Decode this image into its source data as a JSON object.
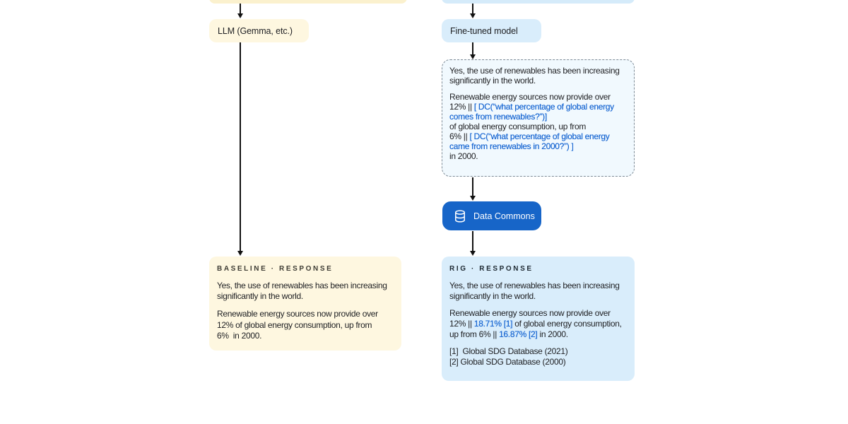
{
  "diagram": {
    "left_flow": {
      "model_box_label": "LLM (Gemma, etc.)",
      "response": {
        "header": "BASELINE · RESPONSE",
        "lines": [
          [
            {
              "t": "Yes, the use of renewables has been increasing"
            }
          ],
          [
            {
              "t": "significantly in the world."
            }
          ],
          [],
          [
            {
              "t": "Renewable energy sources now provide over"
            }
          ],
          [
            {
              "t": "12% of global energy consumption, up from"
            }
          ],
          [
            {
              "t": "6%  in 2000."
            }
          ]
        ]
      }
    },
    "right_flow": {
      "model_box_label": "Fine-tuned model",
      "draft_output": {
        "lines": [
          [
            {
              "t": "Yes, the use of renewables has been increasing"
            }
          ],
          [
            {
              "t": "significantly in the world."
            }
          ],
          [],
          [
            {
              "t": "Renewable energy sources now provide over"
            }
          ],
          [
            {
              "t": "12% || "
            },
            {
              "t": "[ DC(“what percentage of global energy",
              "s": "blue"
            }
          ],
          [
            {
              "t": "comes from renewables?”)]",
              "s": "blue"
            }
          ],
          [
            {
              "t": "of global energy consumption, up from"
            }
          ],
          [
            {
              "t": "6% || "
            },
            {
              "t": "[ DC(“what percentage of global energy",
              "s": "blue"
            }
          ],
          [
            {
              "t": "came from renewables in 2000?”) ]",
              "s": "blue"
            }
          ],
          [
            {
              "t": "in 2000."
            }
          ]
        ]
      },
      "data_commons": {
        "label": "Data Commons",
        "icon": "database-icon"
      },
      "response": {
        "header": "RIG · RESPONSE",
        "lines": [
          [
            {
              "t": "Yes, the use of renewables has been increasing"
            }
          ],
          [
            {
              "t": "significantly in the world."
            }
          ],
          [],
          [
            {
              "t": "Renewable energy sources now provide over"
            }
          ],
          [
            {
              "t": "12% || "
            },
            {
              "t": "18.71% [1]",
              "s": "blue"
            },
            {
              "t": " of global energy consumption,"
            }
          ],
          [
            {
              "t": "up from 6% || "
            },
            {
              "t": "16.87% [2]",
              "s": "blue"
            },
            {
              "t": " in 2000."
            }
          ],
          [],
          [
            {
              "t": "[1]  Global SDG Database (2021)"
            }
          ],
          [
            {
              "t": "[2] Global SDG Database (2000)"
            }
          ]
        ]
      }
    },
    "colors": {
      "cream_box": "#FEF7E0",
      "light_blue_box": "#D9EDFB",
      "draft_box_bg": "#F1F9FE",
      "dc_button_blue": "#1765C8",
      "accent_text_blue": "#1967D2",
      "body_text": "#202124"
    }
  }
}
